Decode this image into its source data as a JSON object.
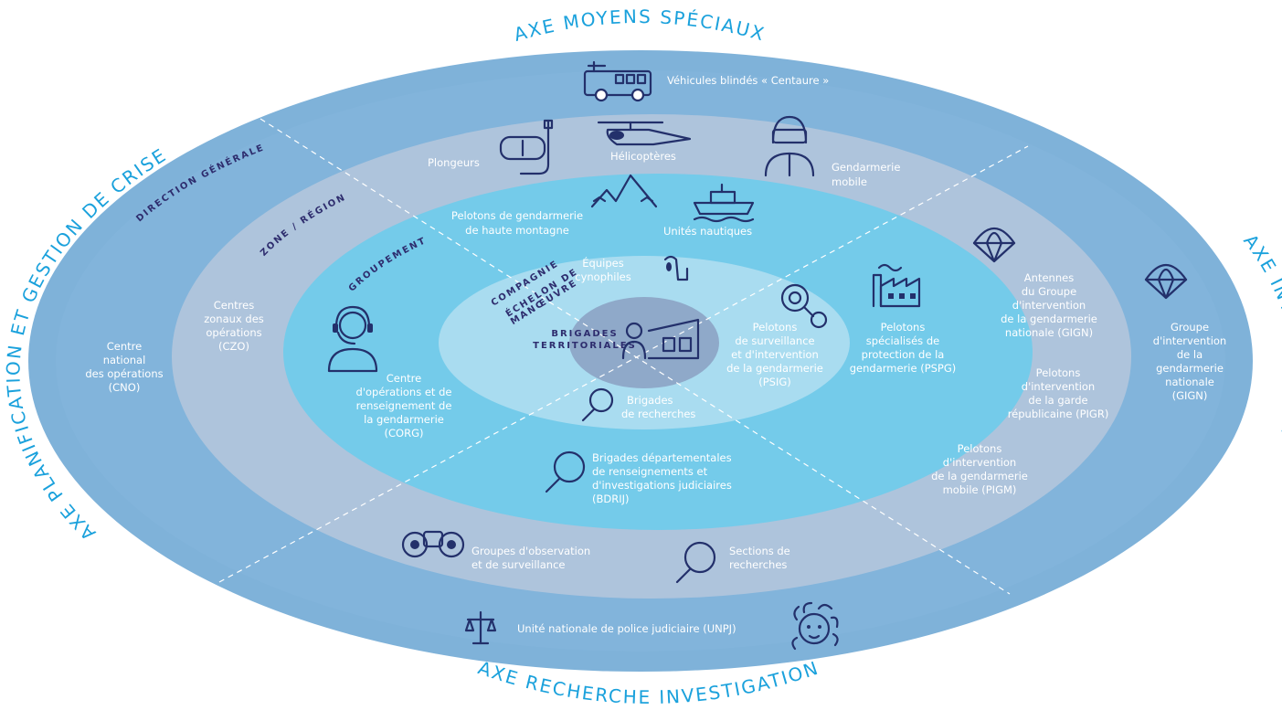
{
  "axes": {
    "top": "AXE MOYENS SPÉCIAUX",
    "bottom": "AXE RECHERCHE INVESTIGATION",
    "left": "AXE PLANIFICATION ET GESTION DE CRISE",
    "right": "AXE INTERVENTION"
  },
  "levels": {
    "direction": "DIRECTION GÉNÉRALE",
    "zone": "ZONE / RÉGION",
    "groupement": "GROUPEMENT",
    "compagnie": "COMPAGNIE",
    "echelon": "ÉCHELON DE",
    "manoeuvre": "MANŒUVRE",
    "brigades_1": "BRIGADES",
    "brigades_2": "TERRITORIALES"
  },
  "units": {
    "vehicules": "Véhicules blindés « Centaure »",
    "plongeurs": "Plongeurs",
    "helicopteres": "Hélicoptères",
    "gm": [
      "Gendarmerie",
      "mobile"
    ],
    "pghm": [
      "Pelotons de gendarmerie",
      "de haute montagne"
    ],
    "nautiques": "Unités nautiques",
    "cyno": [
      "Équipes",
      "cynophiles"
    ],
    "cno": [
      "Centre",
      "national",
      "des opérations",
      "(CNO)"
    ],
    "czo": [
      "Centres",
      "zonaux des",
      "opérations",
      "(CZO)"
    ],
    "corg": [
      "Centre",
      "d'opérations et de",
      "renseignement de",
      "la gendarmerie",
      "(CORG)"
    ],
    "psig": [
      "Pelotons",
      "de surveillance",
      "et d'intervention",
      "de la gendarmerie",
      "(PSIG)"
    ],
    "pspg": [
      "Pelotons",
      "spécialisés de",
      "protection de la",
      "gendarmerie (PSPG)"
    ],
    "antennes": [
      "Antennes",
      "du Groupe",
      "d'intervention",
      "de la gendarmerie",
      "nationale (GIGN)"
    ],
    "gign": [
      "Groupe",
      "d'intervention",
      "de la",
      "gendarmerie",
      "nationale",
      "(GIGN)"
    ],
    "pigr": [
      "Pelotons",
      "d'intervention",
      "de la garde",
      "républicaine (PIGR)"
    ],
    "pigm": [
      "Pelotons",
      "d'intervention",
      "de la gendarmerie",
      "mobile (PIGM)"
    ],
    "br": [
      "Brigades",
      "de recherches"
    ],
    "bdrij": [
      "Brigades départementales",
      "de renseignements et",
      "d'investigations judiciaires",
      "(BDRIJ)"
    ],
    "gos": [
      "Groupes d'observation",
      "et de surveillance"
    ],
    "sr": [
      "Sections de",
      "recherches"
    ],
    "unpj": "Unité nationale de police judiciaire (UNPJ)"
  },
  "colors": {
    "outer_ring": "#7fb2d9",
    "ring_2": "#9dc0e0",
    "ring_3": "#aec4dc",
    "ring_4": "#74cbea",
    "ring_5": "#a9dcf0",
    "center": "#8fa9c9",
    "axis_text": "#1aa1dc",
    "level_text": "#2e2d6e",
    "icon": "#23306b"
  }
}
